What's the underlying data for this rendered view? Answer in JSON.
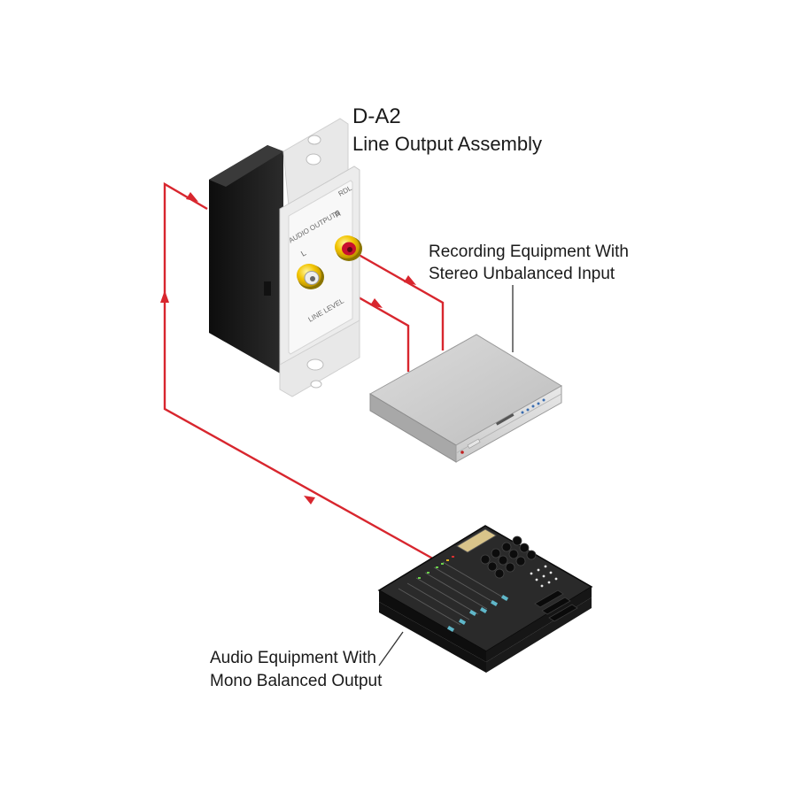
{
  "device": {
    "model": "D-A2",
    "description": "Line Output Assembly",
    "brand_mark": "RDL",
    "panel_heading": "AUDIO OUTPUTS",
    "jack_left_label": "L",
    "jack_right_label": "R",
    "level_label": "LINE LEVEL"
  },
  "recording": {
    "line1": "Recording Equipment With",
    "line2": "Stereo Unbalanced Input"
  },
  "audio": {
    "line1": "Audio Equipment With",
    "line2": "Mono Balanced Output"
  },
  "colors": {
    "cable": "#d8262e",
    "jack_gold": "#f2c400",
    "plate": "#f3f3f3",
    "box_body": "#1c1c1c"
  }
}
